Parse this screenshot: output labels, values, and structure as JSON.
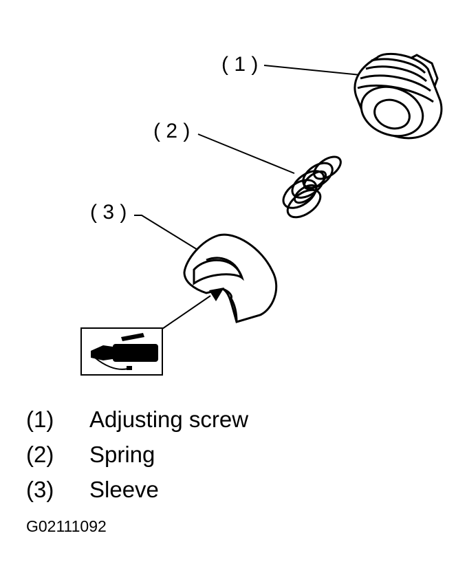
{
  "callouts": [
    {
      "label": "( 1 )"
    },
    {
      "label": "( 2 )"
    },
    {
      "label": "( 3 )"
    }
  ],
  "legend": [
    {
      "number": "(1)",
      "text": "Adjusting screw"
    },
    {
      "number": "(2)",
      "text": "Spring"
    },
    {
      "number": "(3)",
      "text": "Sleeve"
    }
  ],
  "figure_id": "G02111092",
  "icons": [
    "grease-gun-icon"
  ]
}
